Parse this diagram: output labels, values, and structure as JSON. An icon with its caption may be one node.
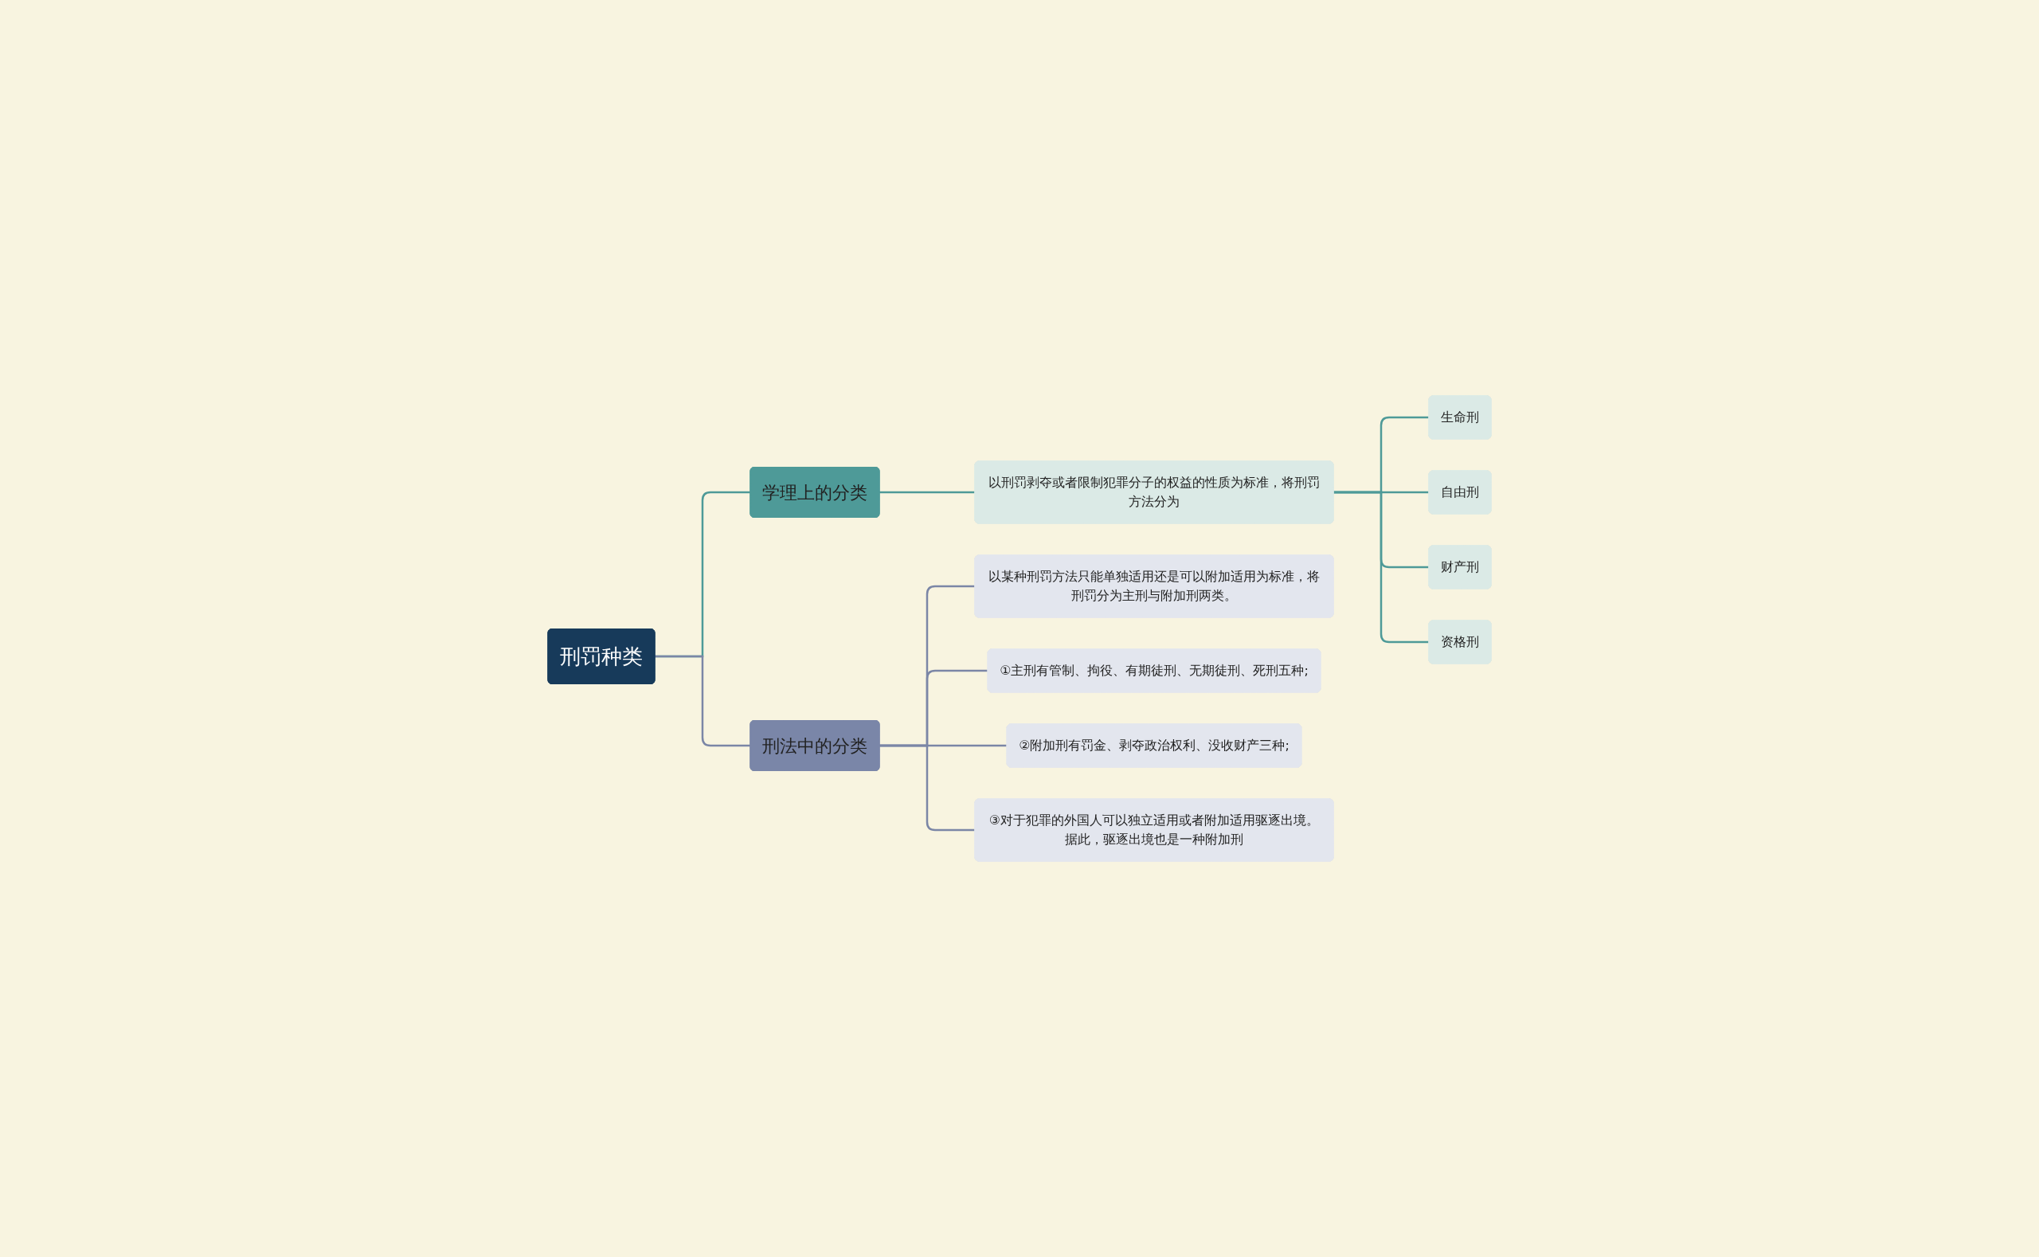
{
  "diagram": {
    "nodes": [
      {
        "text": [
          "刑罚种类"
        ]
      },
      {
        "text": [
          "学理上的分类"
        ]
      },
      {
        "text": [
          "以刑罚剥夺或者限制犯罪分子的权益的性质为标准，将刑罚方法分为"
        ]
      },
      {
        "text": [
          "生命刑"
        ]
      },
      {
        "text": [
          "自由刑"
        ]
      },
      {
        "text": [
          "财产刑"
        ]
      },
      {
        "text": [
          "资格刑"
        ]
      },
      {
        "text": [
          "刑法中的分类"
        ]
      },
      {
        "text": [
          "以某种刑罚方法只能单独适用还是可以附加适用为标准，将刑罚分为主刑与附加刑两类。"
        ]
      },
      {
        "text": [
          "①主刑有管制、拘役、有期徒刑、无期徒刑、死刑五种;"
        ]
      },
      {
        "text": [
          "②附加刑有罚金、剥夺政治权利、没收财产三种;"
        ]
      },
      {
        "text": [
          "③对于犯罪的外国人可以独立适用或者附加适用驱逐出境。据此，驱逐出境也是一种附加刑"
        ]
      }
    ],
    "edges": [
      {
        "from": 0,
        "to": 1,
        "arrow": "none"
      },
      {
        "from": 1,
        "to": 2,
        "arrow": "none"
      },
      {
        "from": 2,
        "to": 3,
        "arrow": "none"
      },
      {
        "from": 2,
        "to": 4,
        "arrow": "none"
      },
      {
        "from": 2,
        "to": 5,
        "arrow": "none"
      },
      {
        "from": 2,
        "to": 6,
        "arrow": "none"
      },
      {
        "from": 0,
        "to": 7,
        "arrow": "none",
        "color": "#7b86a6"
      },
      {
        "from": 7,
        "to": 8,
        "arrow": "none",
        "color": "#7b86a6"
      },
      {
        "from": 7,
        "to": 9,
        "arrow": "none",
        "color": "#7b86a6"
      },
      {
        "from": 7,
        "to": 10,
        "arrow": "none",
        "color": "#7b86a6"
      },
      {
        "from": 7,
        "to": 11,
        "arrow": "none",
        "color": "#7b86a6"
      }
    ]
  }
}
